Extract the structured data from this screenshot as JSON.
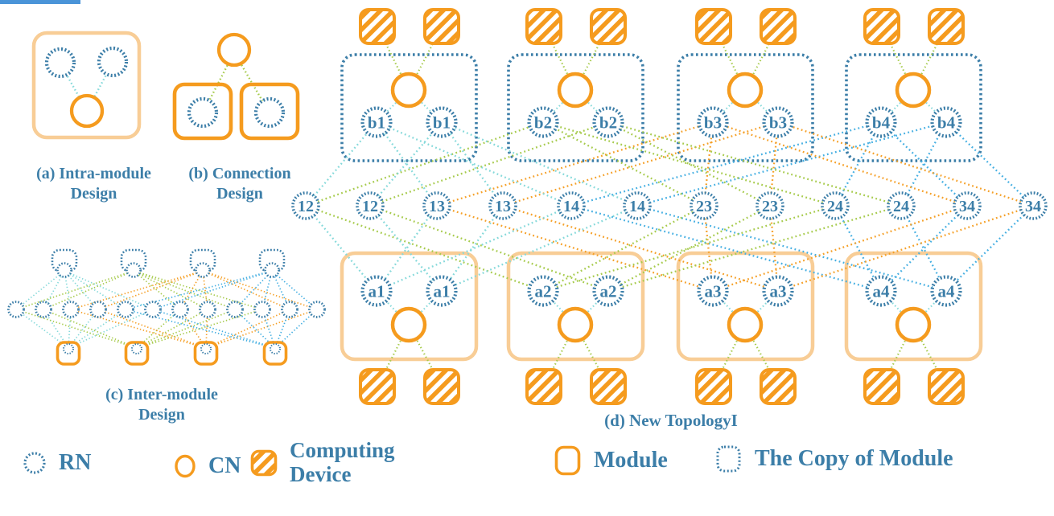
{
  "accent_bar": {
    "color": "#4A94D8"
  },
  "palette": {
    "orange": "#F59B1E",
    "light_orange": "#F8CD96",
    "steel_blue": "#3C7EA8",
    "line_cyan": "#85D9DA",
    "line_green": "#A7CB4D",
    "line_orange": "#F5A028",
    "line_skyblue": "#45AFE2"
  },
  "panels": {
    "a": {
      "caption": "(a) Intra-module\nDesign"
    },
    "b": {
      "caption": "(b) Connection\nDesign"
    },
    "c": {
      "caption": "(c) Inter-module\nDesign"
    },
    "d": {
      "caption": "(d) New TopologyI",
      "middle_nodes": [
        "12",
        "12",
        "13",
        "13",
        "14",
        "14",
        "23",
        "23",
        "24",
        "24",
        "34",
        "34"
      ],
      "top_module_labels": [
        "b1",
        "b2",
        "b3",
        "b4"
      ],
      "bottom_module_labels": [
        "a1",
        "a2",
        "a3",
        "a4"
      ]
    }
  },
  "legend": {
    "items": [
      {
        "icon": "rn-dashed-circle-icon",
        "label": "RN"
      },
      {
        "icon": "cn-circle-icon",
        "label": "CN"
      },
      {
        "icon": "computing-device-icon",
        "label": "Computing Device"
      },
      {
        "icon": "module-icon",
        "label": "Module"
      },
      {
        "icon": "copy-of-module-icon",
        "label": "The Copy of Module"
      }
    ]
  }
}
